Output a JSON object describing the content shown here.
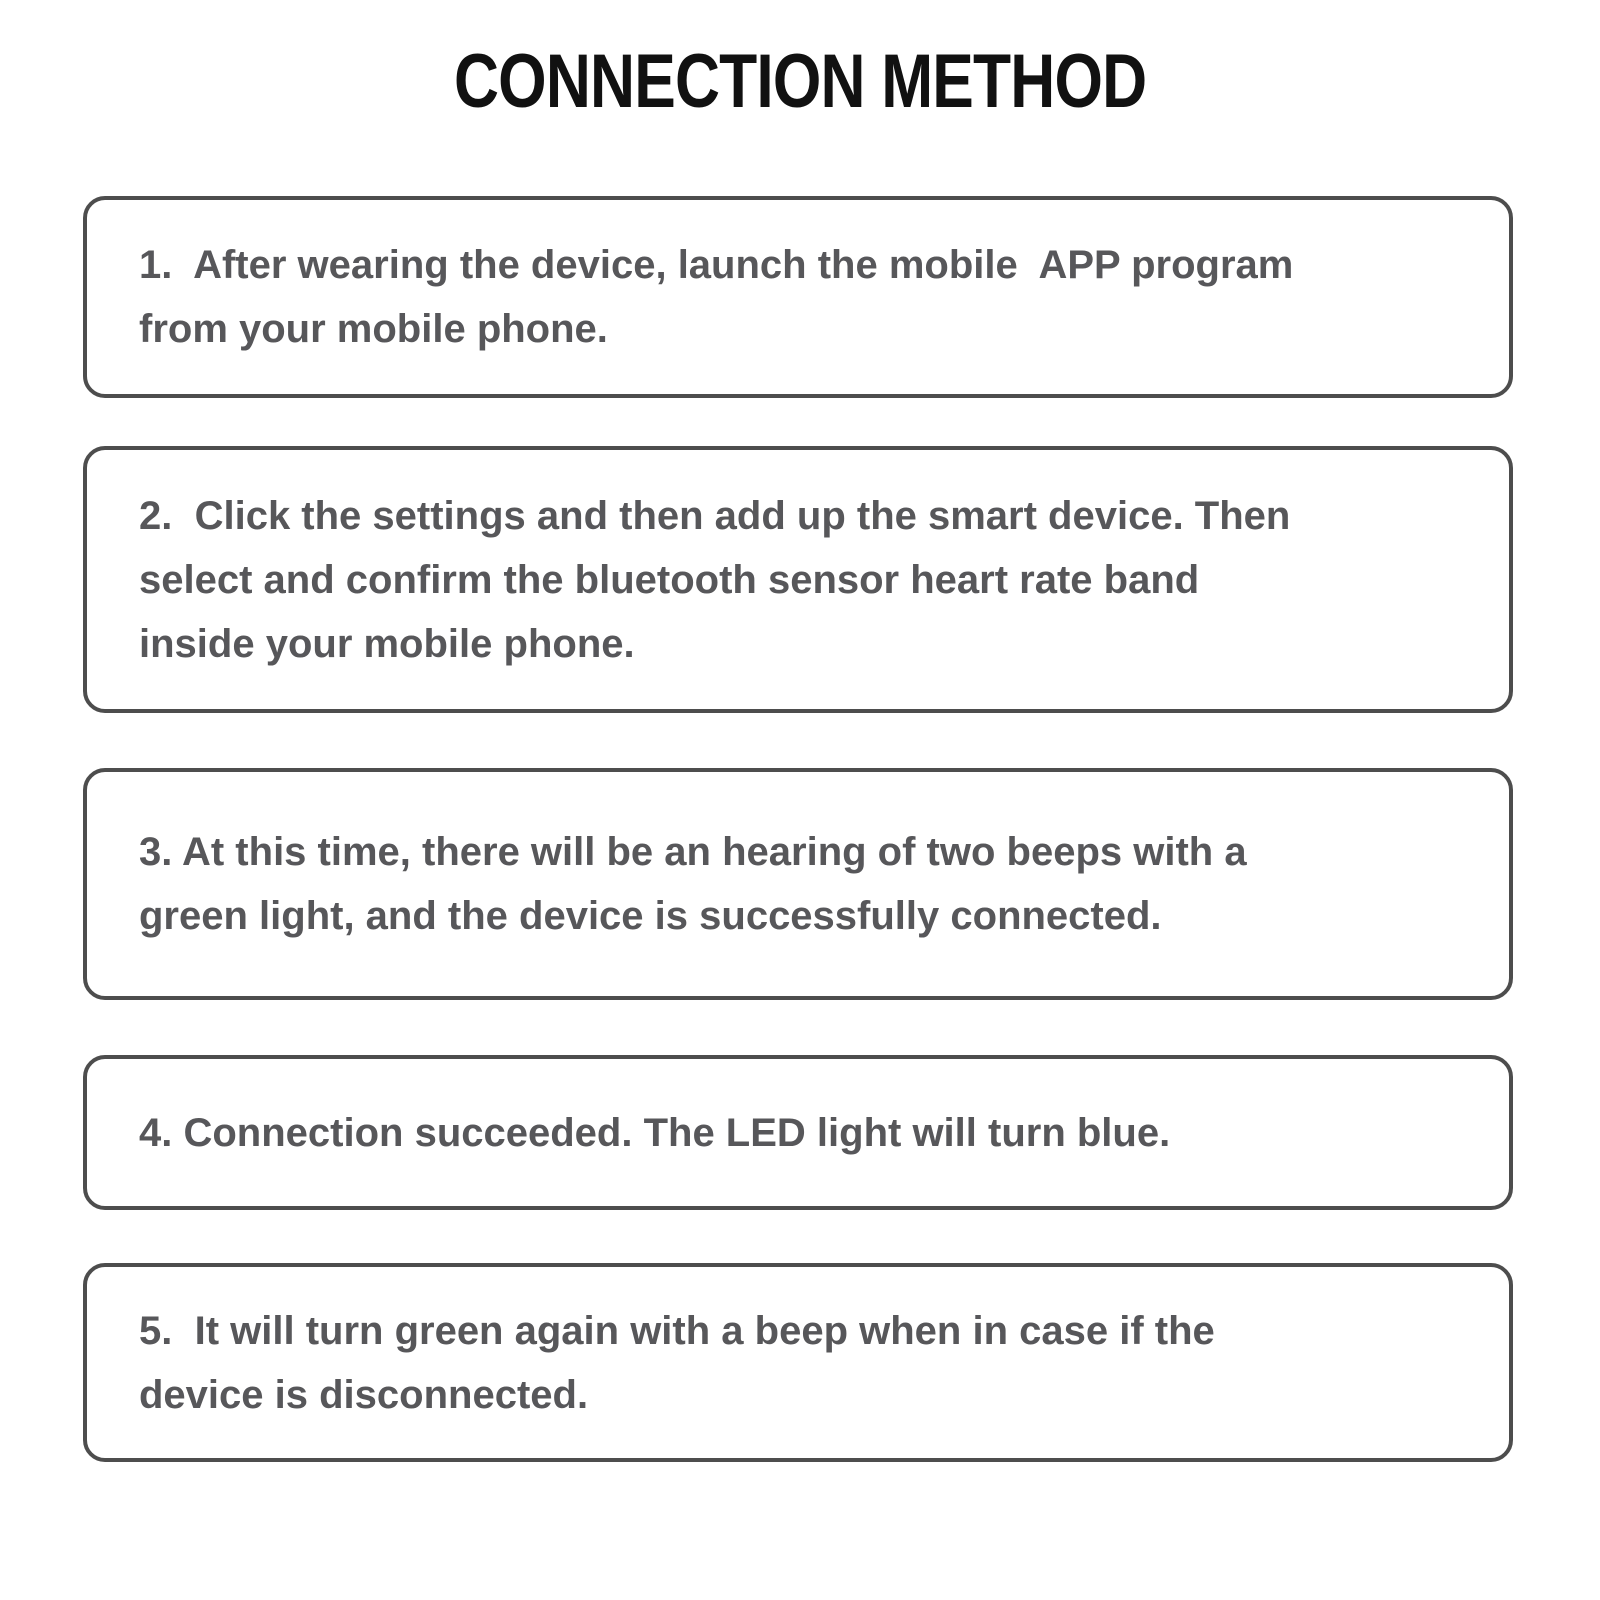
{
  "colors": {
    "background": "#ffffff",
    "title_text": "#111111",
    "body_text": "#57575a",
    "box_border": "#4d4d4d"
  },
  "header": {
    "title": "CONNECTION METHOD"
  },
  "steps": [
    {
      "number": 1,
      "text": "1.  After wearing the device, launch the mobile  APP program\nfrom your mobile phone."
    },
    {
      "number": 2,
      "text": "2.  Click the settings and then add up the smart device. Then\nselect and confirm the bluetooth sensor heart rate band\ninside your mobile phone."
    },
    {
      "number": 3,
      "text": "3. At this time, there will be an hearing of two beeps with a\ngreen light, and the device is successfully connected."
    },
    {
      "number": 4,
      "text": "4. Connection succeeded. The LED light will turn blue."
    },
    {
      "number": 5,
      "text": "5.  It will turn green again with a beep when in case if the\ndevice is disconnected."
    }
  ]
}
